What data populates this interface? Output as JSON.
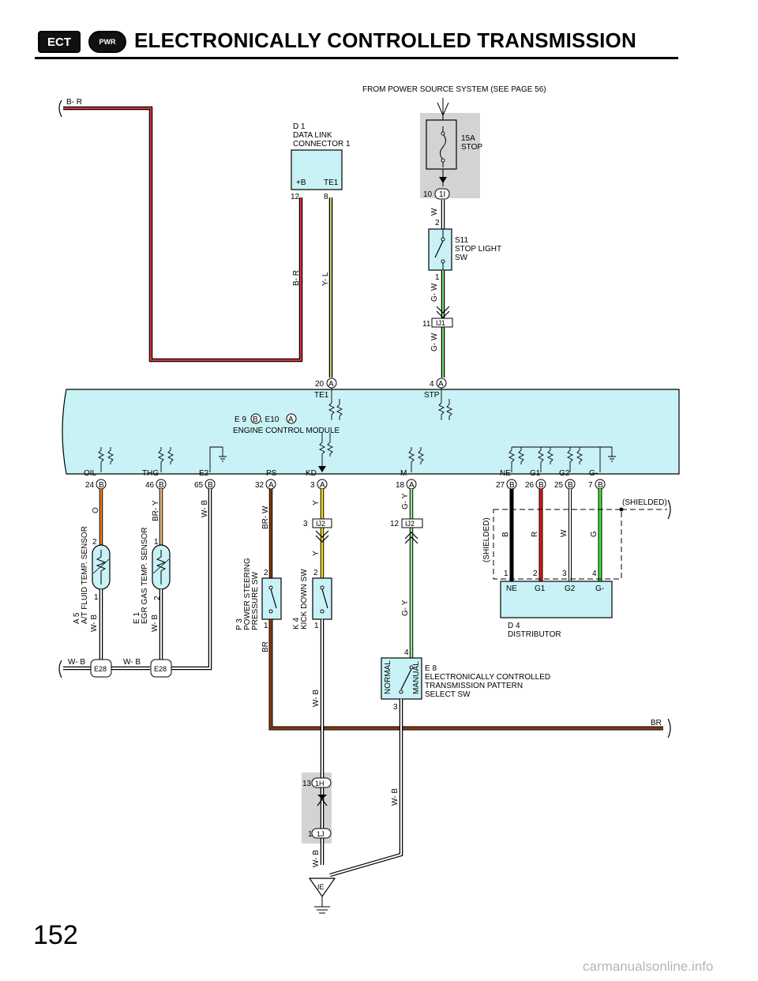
{
  "header": {
    "ect_badge": "ECT",
    "pwr_badge": "PWR",
    "title": "ELECTRONICALLY CONTROLLED TRANSMISSION"
  },
  "page_number": "152",
  "watermark": "carmanualsonline.info",
  "power_source_label": "FROM POWER SOURCE SYSTEM (SEE PAGE 56)",
  "fuse": {
    "rating": "15A",
    "name": "STOP"
  },
  "stop_light_sw": {
    "code": "S11",
    "line1": "STOP LIGHT",
    "line2": "SW"
  },
  "data_link": {
    "code": "D 1",
    "line1": "DATA LINK",
    "line2": "CONNECTOR 1",
    "term_b": "+B",
    "term_te1": "TE1",
    "pin_b": "12",
    "pin_te1": "8"
  },
  "ecm": {
    "code": "E 9",
    "conn_b": "B",
    "sep": ", E10",
    "conn_a": "A",
    "name": "ENGINE CONTROL MODULE"
  },
  "ecm_top_terms": {
    "te1": "TE1",
    "stp": "STP",
    "pin_te1": "20",
    "pin_stp": "4",
    "conn": "A"
  },
  "ecm_bottom_terms": [
    {
      "name": "OIL",
      "pin": "24",
      "conn": "B"
    },
    {
      "name": "THG",
      "pin": "46",
      "conn": "B"
    },
    {
      "name": "E2",
      "pin": "65",
      "conn": "B"
    },
    {
      "name": "PS",
      "pin": "32",
      "conn": "A"
    },
    {
      "name": "KD",
      "pin": "3",
      "conn": "A"
    },
    {
      "name": "M",
      "pin": "18",
      "conn": "A"
    },
    {
      "name": "NE",
      "pin": "27",
      "conn": "B"
    },
    {
      "name": "G1",
      "pin": "26",
      "conn": "B"
    },
    {
      "name": "G2",
      "pin": "25",
      "conn": "B"
    },
    {
      "name": "G-",
      "pin": "7",
      "conn": "B"
    }
  ],
  "wire_colors": {
    "b_r": "B- R",
    "y_l": "Y- L",
    "w": "W",
    "g_w": "G- W",
    "o": "O",
    "br_y": "BR- Y",
    "w_b": "W- B",
    "br_w": "BR- W",
    "y": "Y",
    "g_y": "G- Y",
    "b": "B",
    "r": "R",
    "g": "G",
    "br": "BR"
  },
  "junctions": {
    "ij1": "IJ1",
    "ij2": "IJ2",
    "j1i": "1I",
    "j1h": "1H",
    "j1j": "1J",
    "e28": "E28",
    "ie": "IE"
  },
  "junction_pins": {
    "j1i": "10",
    "ij1": "11",
    "ij2_kd": "3",
    "ij2_m": "12",
    "j1h": "13",
    "j1j": "1"
  },
  "sensors": {
    "a5": {
      "code": "A 5",
      "name": "A/T FLUID TEMP. SENSOR"
    },
    "e1": {
      "code": "E 1",
      "name": "EGR GAS TEMP. SENSOR"
    }
  },
  "switches": {
    "p3": {
      "code": "P 3",
      "line1": "POWER STEERING",
      "line2": "PRESSURE SW"
    },
    "k4": {
      "code": "K 4",
      "name": "KICK DOWN SW"
    },
    "e8": {
      "code": "E 8",
      "line1": "ELECTRONICALLY CONTROLLED",
      "line2": "TRANSMISSION PATTERN",
      "line3": "SELECT SW",
      "normal": "NORMAL",
      "manual": "MANUAL"
    }
  },
  "distributor": {
    "code": "D 4",
    "name": "DISTRIBUTOR",
    "terms": [
      "NE",
      "G1",
      "G2",
      "G-"
    ],
    "pins": [
      "1",
      "2",
      "3",
      "4"
    ]
  },
  "shielded_label": "(SHIELDED)",
  "pin_numbers": {
    "one": "1",
    "two": "2",
    "three": "3",
    "four": "4"
  },
  "colors": {
    "ecm_fill": "#c8f2f6",
    "gray_box": "#d3d3d3",
    "wire_red": "#e8343a",
    "wire_orange": "#f58220",
    "wire_green": "#3ee83e",
    "wire_yellow": "#f5e11a",
    "wire_brown": "#8b3a0e",
    "wire_tan": "#f0c080",
    "wire_ltgreen": "#9ae89a",
    "wire_red_dist": "#e81414"
  }
}
